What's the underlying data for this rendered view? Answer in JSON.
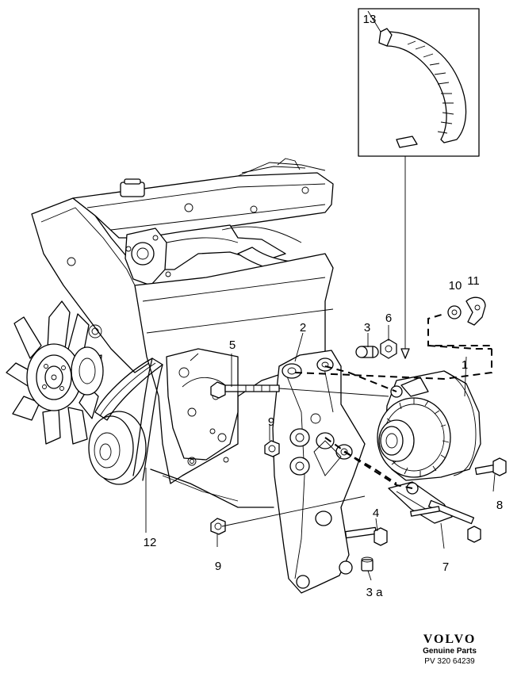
{
  "callouts": {
    "c1": "1",
    "c2": "2",
    "c3": "3",
    "c3a": "3 a",
    "c4": "4",
    "c5": "5",
    "c6": "6",
    "c7": "7",
    "c8": "8",
    "c9a": "9",
    "c9b": "9",
    "c10": "10",
    "c11": "11",
    "c12": "12",
    "c13": "13"
  },
  "footer": {
    "brand": "VOLVO",
    "tagline": "Genuine Parts",
    "reference": "PV 320 64239"
  }
}
